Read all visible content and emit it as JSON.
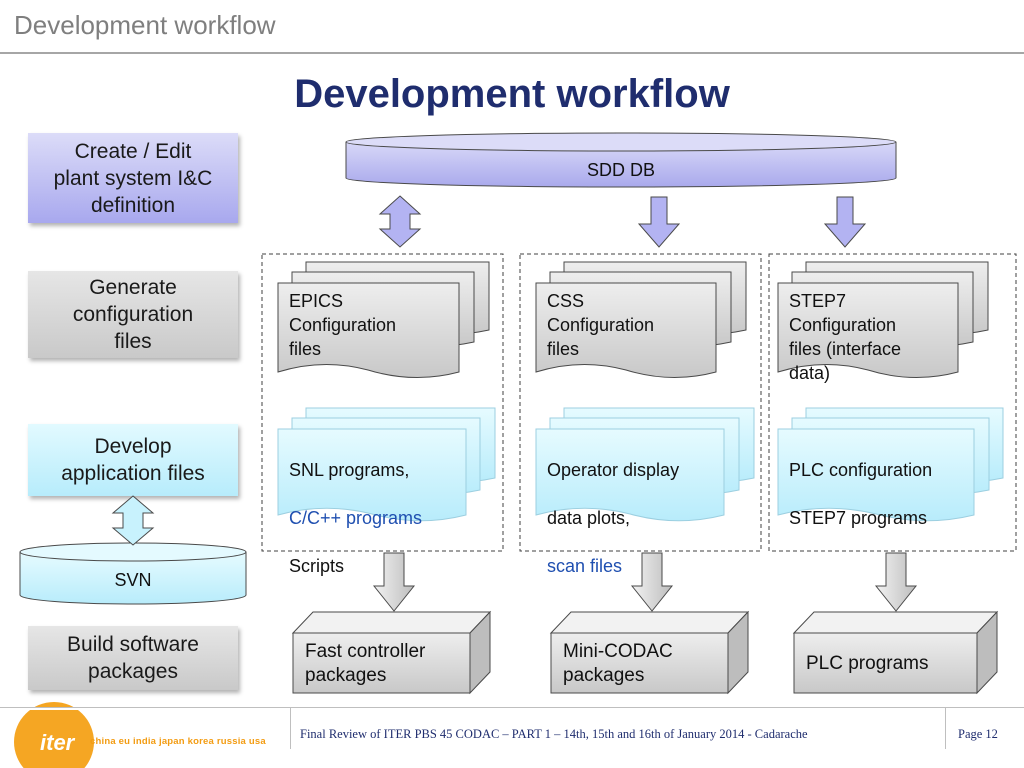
{
  "header": {
    "title": "Development workflow"
  },
  "slide": {
    "title": "Development workflow"
  },
  "steps": [
    {
      "lines": [
        "Create / Edit",
        "plant system I&C",
        "definition"
      ]
    },
    {
      "lines": [
        "Generate",
        "configuration",
        "files"
      ]
    },
    {
      "lines": [
        "Develop",
        "application files"
      ]
    },
    {
      "lines": [
        "Build software",
        "packages"
      ]
    }
  ],
  "databases": {
    "sdd": "SDD DB",
    "svn": "SVN"
  },
  "columns": [
    {
      "config": "EPICS\nConfiguration\nfiles",
      "app": [
        "SNL programs,",
        "C/C++ programs",
        "Scripts"
      ],
      "package": "Fast controller\npackages"
    },
    {
      "config": "CSS\nConfiguration\nfiles",
      "app": [
        "Operator display",
        "data plots,",
        "scan files"
      ],
      "package": "Mini-CODAC\npackages"
    },
    {
      "config": "STEP7\nConfiguration\nfiles (interface\ndata)",
      "app": [
        "PLC configuration",
        "STEP7 programs"
      ],
      "package": "PLC programs"
    }
  ],
  "footer": {
    "text": "Final Review of ITER  PBS 45 CODAC – PART 1 – 14th, 15th and 16th of January 2014 - Cadarache",
    "page": "Page 12",
    "logo_word": "iter",
    "logo_tagline": "china eu india japan korea russia usa"
  },
  "colors": {
    "title": "#1f2d6e",
    "purple": "#b5b5f0",
    "cyan": "#c8f2fd",
    "gray": "#d4d4d4",
    "iter_orange": "#f39c12"
  }
}
